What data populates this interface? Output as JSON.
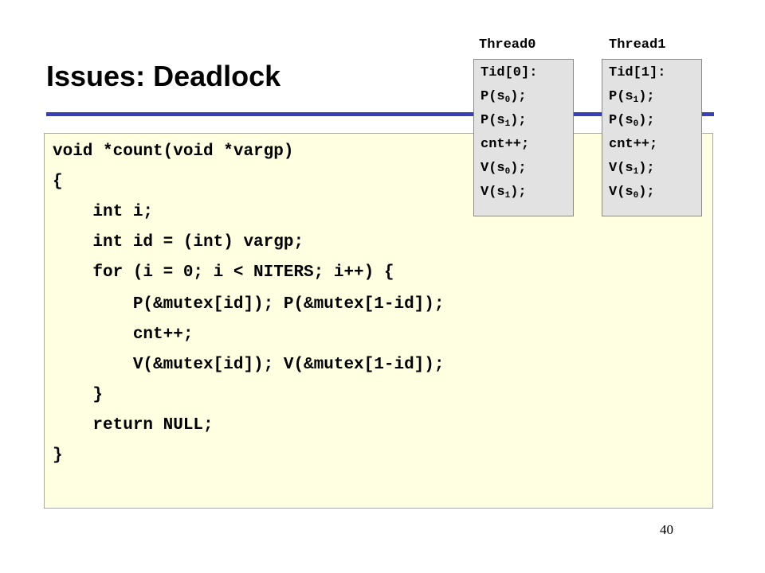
{
  "slide": {
    "title": "Issues: Deadlock",
    "page_number": "40"
  },
  "code": {
    "lines": [
      "void *count(void *vargp)",
      "{",
      "    int i;",
      "    int id = (int) vargp;",
      "    for (i = 0; i < NITERS; i++) {",
      "        P(&mutex[id]); P(&mutex[1-id]);",
      "        cnt++;",
      "        V(&mutex[id]); V(&mutex[1-id]);",
      "    }",
      "    return NULL;",
      "}"
    ]
  },
  "threads": [
    {
      "label": "Thread0",
      "header": "Tid[0]:",
      "ops": [
        {
          "pre": "P(s",
          "sub": "0",
          "post": ");"
        },
        {
          "pre": "P(s",
          "sub": "1",
          "post": ");"
        },
        {
          "pre": "cnt++;",
          "sub": "",
          "post": ""
        },
        {
          "pre": "V(s",
          "sub": "0",
          "post": ");"
        },
        {
          "pre": "V(s",
          "sub": "1",
          "post": ");"
        }
      ]
    },
    {
      "label": "Thread1",
      "header": "Tid[1]:",
      "ops": [
        {
          "pre": "P(s",
          "sub": "1",
          "post": ");"
        },
        {
          "pre": "P(s",
          "sub": "0",
          "post": ");"
        },
        {
          "pre": "cnt++;",
          "sub": "",
          "post": ""
        },
        {
          "pre": "V(s",
          "sub": "1",
          "post": ");"
        },
        {
          "pre": "V(s",
          "sub": "0",
          "post": ");"
        }
      ]
    }
  ]
}
